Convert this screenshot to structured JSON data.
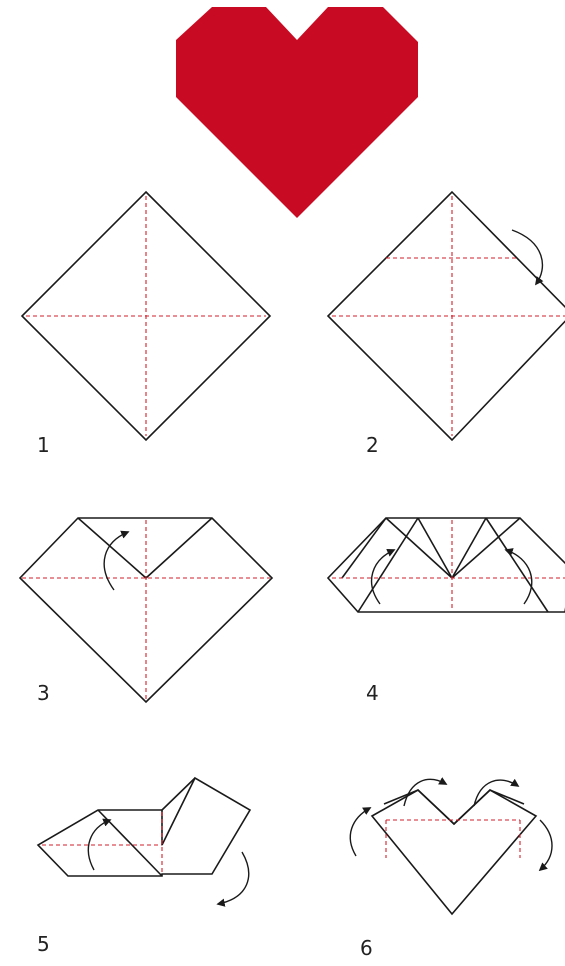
{
  "colors": {
    "heart": "#c80a22",
    "edge": "#1a1a1a",
    "crease": "#d21f2b"
  },
  "steps": [
    {
      "number": "1"
    },
    {
      "number": "2"
    },
    {
      "number": "3"
    },
    {
      "number": "4"
    },
    {
      "number": "5"
    },
    {
      "number": "6"
    }
  ]
}
